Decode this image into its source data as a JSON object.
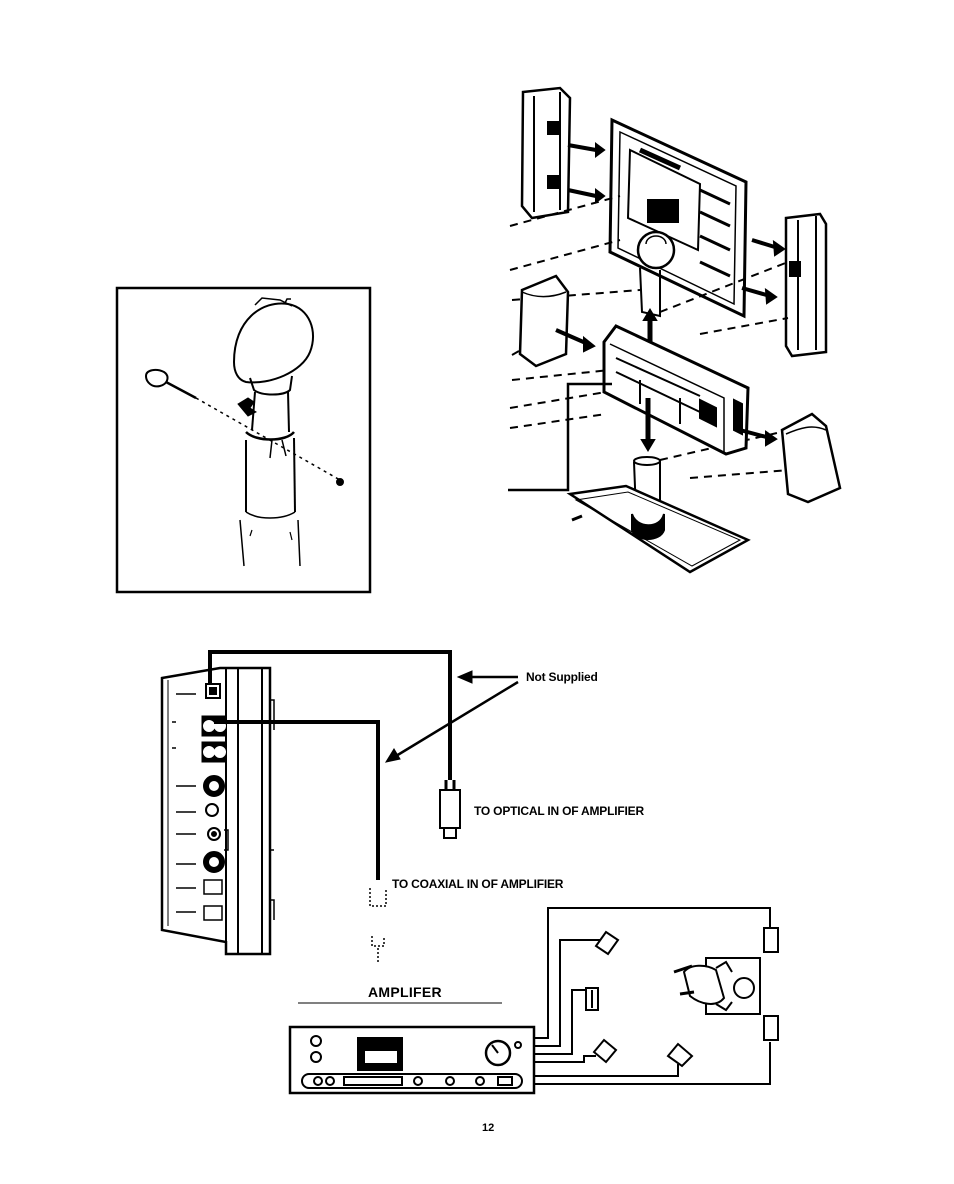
{
  "labels": {
    "not_supplied": "Not Supplied",
    "to_optical": "TO OPTICAL IN OF AMPLIFIER",
    "to_coaxial": "TO COAXIAL IN OF AMPLIFIER",
    "amplifier": "AMPLIFER"
  },
  "page_number": "12",
  "icons": {
    "inset": "mounting-pin-detail-icon",
    "assembly": "tv-speaker-stand-assembly-icon",
    "panel": "rear-io-panel-icon",
    "amplifier": "amplifier-icon",
    "listener": "listener-icon",
    "speakers": "speaker-icon"
  },
  "colors": {
    "ink": "#000000",
    "paper": "#ffffff"
  }
}
